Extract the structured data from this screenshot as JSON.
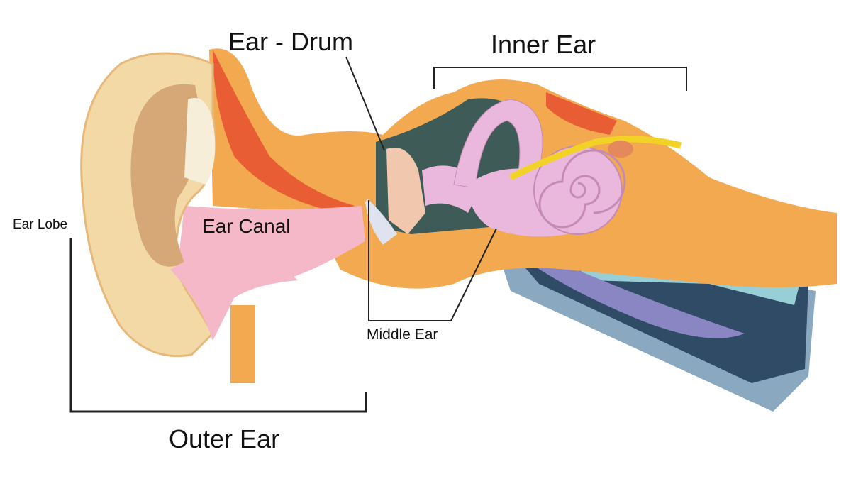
{
  "title": "Ear anatomy diagram",
  "labels": {
    "ear_drum": "Ear - Drum",
    "inner_ear": "Inner Ear",
    "ear_lobe": "Ear Lobe",
    "ear_canal": "Ear Canal",
    "middle_ear": "Middle Ear",
    "outer_ear": "Outer Ear"
  },
  "colors": {
    "pinna": "#f3d9a6",
    "bone": "#f2a950",
    "middle_cavity": "#3f5b57",
    "cochlea": "#e9b8dc",
    "tube_dark": "#2f4b66",
    "tube_light": "#98cfd6",
    "nerve": "#f2d226",
    "canal": "#f4b8c8"
  }
}
